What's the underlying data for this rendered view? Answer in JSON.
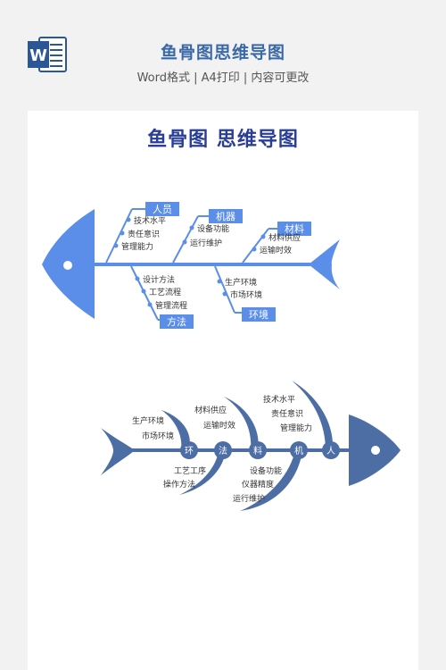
{
  "header": {
    "title": "鱼骨图思维导图",
    "subtitle": "Word格式 | A4打印 | 内容可更改",
    "icon": "word-document-icon",
    "icon_letter": "W"
  },
  "document": {
    "title": "鱼骨图 思维导图"
  },
  "fishbone1": {
    "colors": {
      "primary": "#5b8ee8",
      "label_text": "#ffffff",
      "item_text": "#333333"
    },
    "categories": {
      "people": {
        "label": "人员",
        "items": [
          "技术水平",
          "责任意识",
          "管理能力"
        ]
      },
      "machine": {
        "label": "机器",
        "items": [
          "设备功能",
          "运行维护"
        ]
      },
      "material": {
        "label": "材料",
        "items": [
          "材料供应",
          "运输时效"
        ]
      },
      "method": {
        "label": "方法",
        "items": [
          "设计方法",
          "工艺流程",
          "管理流程"
        ]
      },
      "environment": {
        "label": "环境",
        "items": [
          "生产环境",
          "市场环境"
        ]
      }
    }
  },
  "fishbone2": {
    "colors": {
      "primary": "#4c6ea4",
      "circle_text": "#ffffff",
      "item_text": "#333333"
    },
    "nodes": [
      "环",
      "法",
      "料",
      "机",
      "人"
    ],
    "groups": {
      "environment_top": [
        "生产环境",
        "市场环境"
      ],
      "material_top": [
        "材料供应",
        "运输时效"
      ],
      "people_top": [
        "技术水平",
        "责任意识",
        "管理能力"
      ],
      "method_bottom": [
        "工艺工序",
        "操作方法"
      ],
      "machine_bottom": [
        "设备功能",
        "仪器精度",
        "运行维护"
      ]
    }
  }
}
